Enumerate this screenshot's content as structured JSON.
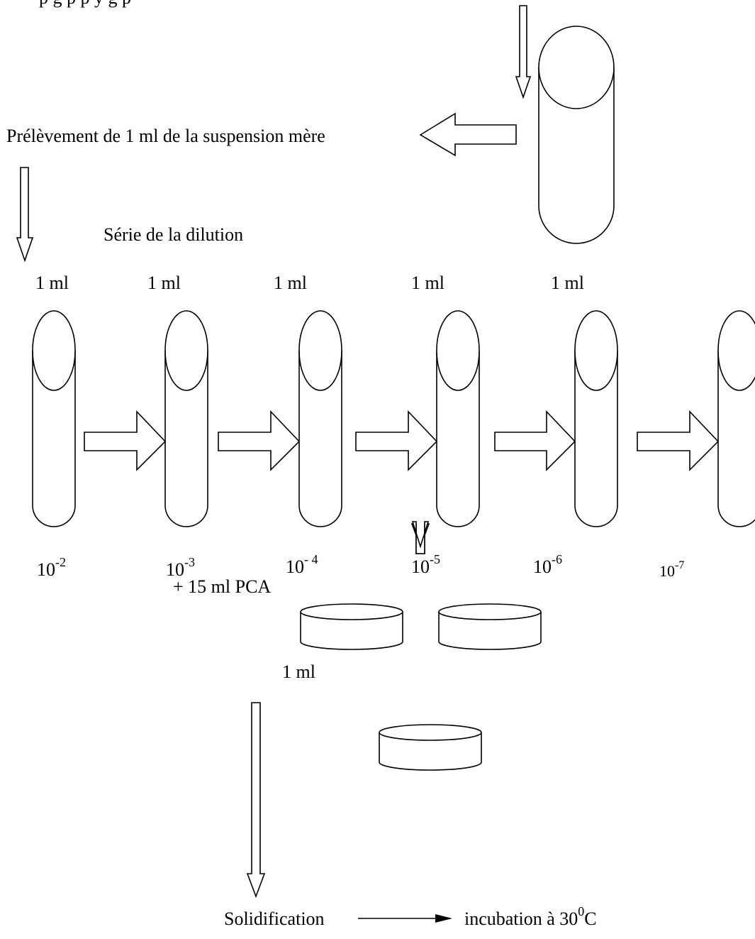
{
  "top_text": "Prélèvement de 1 ml de la suspension mère",
  "header_fragment": "p                                    g      p                      p y   g p",
  "series_title": "Série de la dilution",
  "transfer_labels": [
    "1 ml",
    "1 ml",
    "1 ml",
    "1 ml",
    "1 ml"
  ],
  "concentrations": [
    {
      "base": "10",
      "exp": "-2"
    },
    {
      "base": "10",
      "exp": "-3"
    },
    {
      "base": "10",
      "exp": "- 4"
    },
    {
      "base": "10",
      "exp": "-5"
    },
    {
      "base": "10",
      "exp": "-6"
    },
    {
      "base": "10",
      "exp": "-7"
    }
  ],
  "plate_volume_label": "1 ml",
  "pca_label": "+ 15 ml PCA",
  "solidification_label": "Solidification",
  "incubation": {
    "prefix": "incubation à 30",
    "exp": "0",
    "suffix": "C"
  }
}
